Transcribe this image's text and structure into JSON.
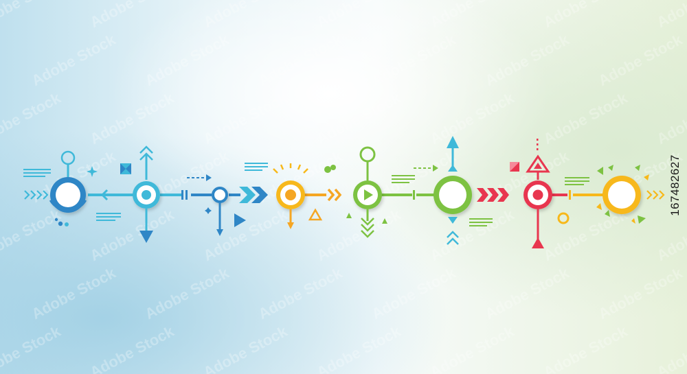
{
  "stock_id": "167482627",
  "watermark_text": "Adobe Stock",
  "colors": {
    "blue_dark": "#2f86c6",
    "blue_light": "#3fb9d9",
    "orange": "#f5a623",
    "green": "#7dc242",
    "red": "#e8364f",
    "yellow": "#f7b81a"
  },
  "nodes": [
    {
      "id": "node-1",
      "color": "blue_dark",
      "style": "hollow-large"
    },
    {
      "id": "node-2",
      "color": "blue_light",
      "style": "dot"
    },
    {
      "id": "node-3",
      "color": "blue_dark",
      "style": "small"
    },
    {
      "id": "node-4",
      "color": "orange",
      "style": "dot"
    },
    {
      "id": "node-5",
      "color": "green",
      "style": "play"
    },
    {
      "id": "node-6",
      "color": "green",
      "style": "hollow-large"
    },
    {
      "id": "node-7",
      "color": "red",
      "style": "dot"
    },
    {
      "id": "node-8",
      "color": "yellow",
      "style": "hollow-large"
    }
  ]
}
